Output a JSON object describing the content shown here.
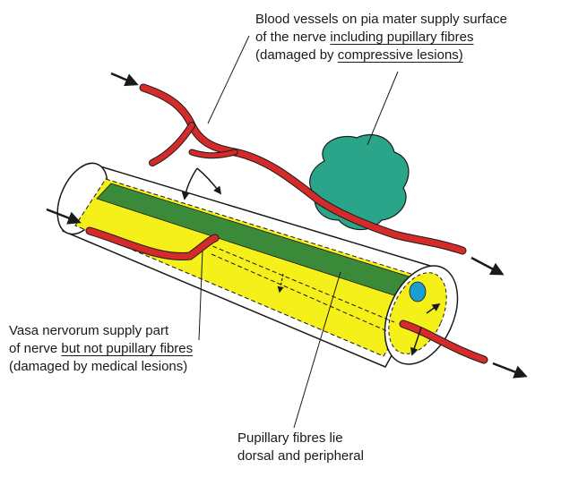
{
  "labels": {
    "blood_vessels": {
      "line1": "Blood vessels on pia mater supply surface",
      "line2_plain": "of the nerve ",
      "line2_underlined": "including pupillary fibres",
      "line3_plain": "(damaged by ",
      "line3_underlined": "compressive lesions)"
    },
    "vasa_nervorum": {
      "line1": "Vasa nervorum supply part",
      "line2_plain": "of nerve ",
      "line2_underlined": "but not pupillary fibres",
      "line3": "(damaged by medical lesions)"
    },
    "pupillary_fibres": {
      "line1": "Pupillary fibres lie",
      "line2": "dorsal and peripheral"
    }
  },
  "colors": {
    "nerve_fill": "#f5ef1a",
    "pupillary_band": "#3a8a3a",
    "vessel": "#d42a2a",
    "lesion": "#2aa58a",
    "vessel_end": "#1a9fd0",
    "outline": "#1a1a1a"
  }
}
